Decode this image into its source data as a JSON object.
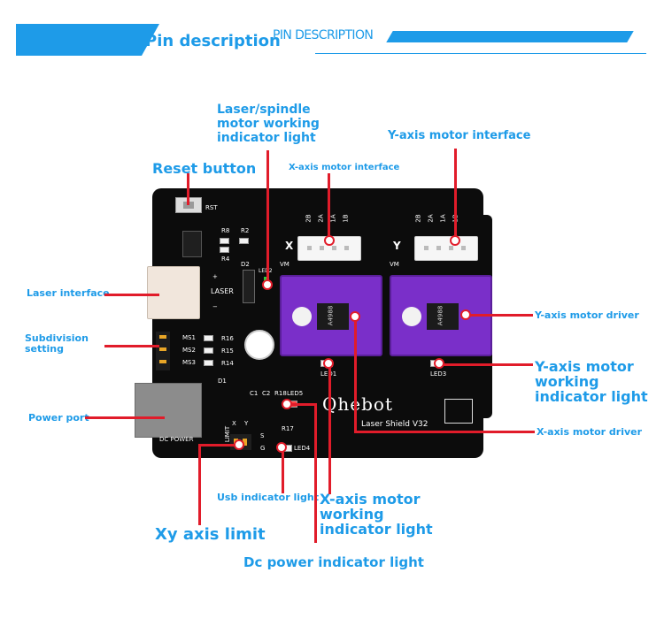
{
  "header": {
    "title": "Pin description",
    "subtitle": "PIN DESCRIPTION",
    "accent": "#1e9be8"
  },
  "board": {
    "logo": "Qhebot",
    "model": "Laser  Shield V32",
    "silk": {
      "rst": "RST",
      "laser": "LASER",
      "laser_plus": "+",
      "laser_minus": "−",
      "x": "X",
      "y": "Y",
      "vm": "VM",
      "ms1": "MS1",
      "ms2": "MS2",
      "ms3": "MS3",
      "dc_power": "DC POWER",
      "limit": "LIMIT",
      "x_small": "X",
      "y_small": "Y",
      "s": "S",
      "g": "G",
      "led1": "LED1",
      "led2": "LED2",
      "led3": "LED3",
      "led4": "LED4",
      "led5": "LED5",
      "d1": "D1",
      "d2": "D2",
      "c1": "C1",
      "c2": "C2",
      "r18": "R18",
      "r17": "R17",
      "r16": "R16",
      "r15": "R15",
      "r14": "R14",
      "r8": "R8",
      "r2": "R2",
      "r4": "R4",
      "pin_2b": "2B",
      "pin_2a": "2A",
      "pin_1a": "1A",
      "pin_1b": "1B",
      "chip": "A4988"
    }
  },
  "labels": {
    "laser_spindle": [
      "Laser/spindle",
      "motor working",
      "indicator light"
    ],
    "y_axis_interface": "Y-axis motor interface",
    "x_axis_interface": "X-axis motor interface",
    "reset_button": "Reset button",
    "laser_interface": "Laser interface",
    "subdivision": [
      "Subdivision",
      "setting"
    ],
    "power_port": "Power port",
    "y_axis_driver": "Y-axis motor driver",
    "y_axis_working": [
      "Y-axis motor",
      "working",
      "indicator light"
    ],
    "x_axis_driver": "X-axis motor driver",
    "usb_indicator": "Usb indicator light",
    "x_axis_working": [
      "X-axis motor",
      "working",
      "indicator light"
    ],
    "xy_limit": "Xy axis limit",
    "dc_power_indicator": "Dc power indicator light"
  },
  "colors": {
    "line": "#e11c2a",
    "driver": "#7a2fc9",
    "board": "#0c0c0c"
  }
}
